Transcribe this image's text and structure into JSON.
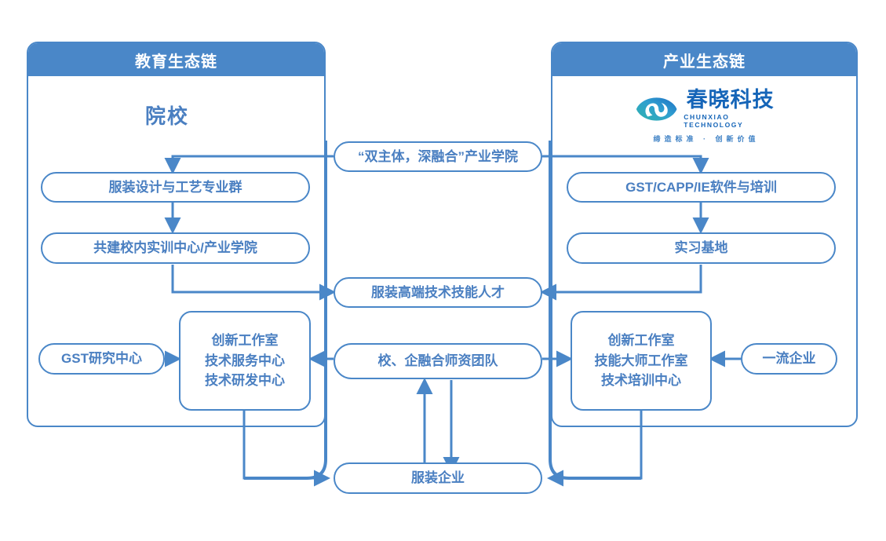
{
  "panels": {
    "left": {
      "title": "教育生态链",
      "section_title": "院校"
    },
    "right": {
      "title": "产业生态链"
    }
  },
  "logo": {
    "icon": "chunxiao-eye-logo-icon",
    "name_cn": "春晓科技",
    "name_en": "CHUNXIAO TECHNOLOGY",
    "slogan": "缔造标准 · 创新价值"
  },
  "nodes": {
    "left_major": "服装设计与工艺专业群",
    "left_training": "共建校内实训中心/产业学院",
    "left_gst": "GST研究中心",
    "left_center_l1": "创新工作室",
    "left_center_l2": "技术服务中心",
    "left_center_l3": "技术研发中心",
    "right_software": "GST/CAPP/IE软件与培训",
    "right_base": "实习基地",
    "right_enterprise": "一流企业",
    "right_center_l1": "创新工作室",
    "right_center_l2": "技能大师工作室",
    "right_center_l3": "技术培训中心",
    "mid_college": "“双主体，深融合”产业学院",
    "mid_talent": "服装高端技术技能人才",
    "mid_faculty": "校、企融合师资团队",
    "bottom_company": "服装企业"
  },
  "colors": {
    "brand_blue": "#4a87c8",
    "text_blue": "#4a7fc1",
    "logo_blue": "#1565b8",
    "logo_teal": "#36b5c8",
    "header_text": "#ffffff",
    "background": "#ffffff"
  }
}
